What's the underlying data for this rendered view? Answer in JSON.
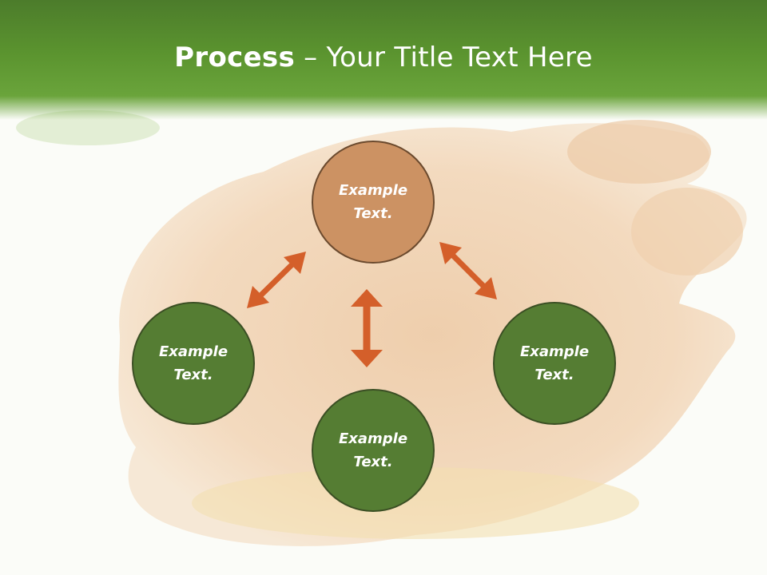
{
  "title": {
    "bold": "Process",
    "rest": " – Your Title Text Here"
  },
  "nodes": {
    "top": {
      "label": "Example\nText."
    },
    "left": {
      "label": "Example\nText."
    },
    "center": {
      "label": "Example\nText."
    },
    "right": {
      "label": "Example\nText."
    }
  },
  "colors": {
    "header": "#5b942f",
    "circle_green": "#557d33",
    "circle_orange": "#cc9263",
    "arrow": "#d45f2a"
  },
  "background_image": "roast-chicken-photo"
}
